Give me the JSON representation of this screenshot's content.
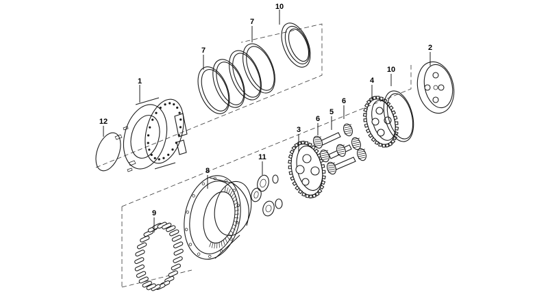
{
  "callouts": [
    {
      "id": "c1",
      "label": "1"
    },
    {
      "id": "c2",
      "label": "2"
    },
    {
      "id": "c3",
      "label": "3"
    },
    {
      "id": "c4",
      "label": "4"
    },
    {
      "id": "c5",
      "label": "5"
    },
    {
      "id": "c6a",
      "label": "6"
    },
    {
      "id": "c6b",
      "label": "6"
    },
    {
      "id": "c7a",
      "label": "7"
    },
    {
      "id": "c7b",
      "label": "7"
    },
    {
      "id": "c8",
      "label": "8"
    },
    {
      "id": "c9",
      "label": "9"
    },
    {
      "id": "c10a",
      "label": "10"
    },
    {
      "id": "c10b",
      "label": "10"
    },
    {
      "id": "c11",
      "label": "11"
    },
    {
      "id": "c12",
      "label": "12"
    }
  ]
}
